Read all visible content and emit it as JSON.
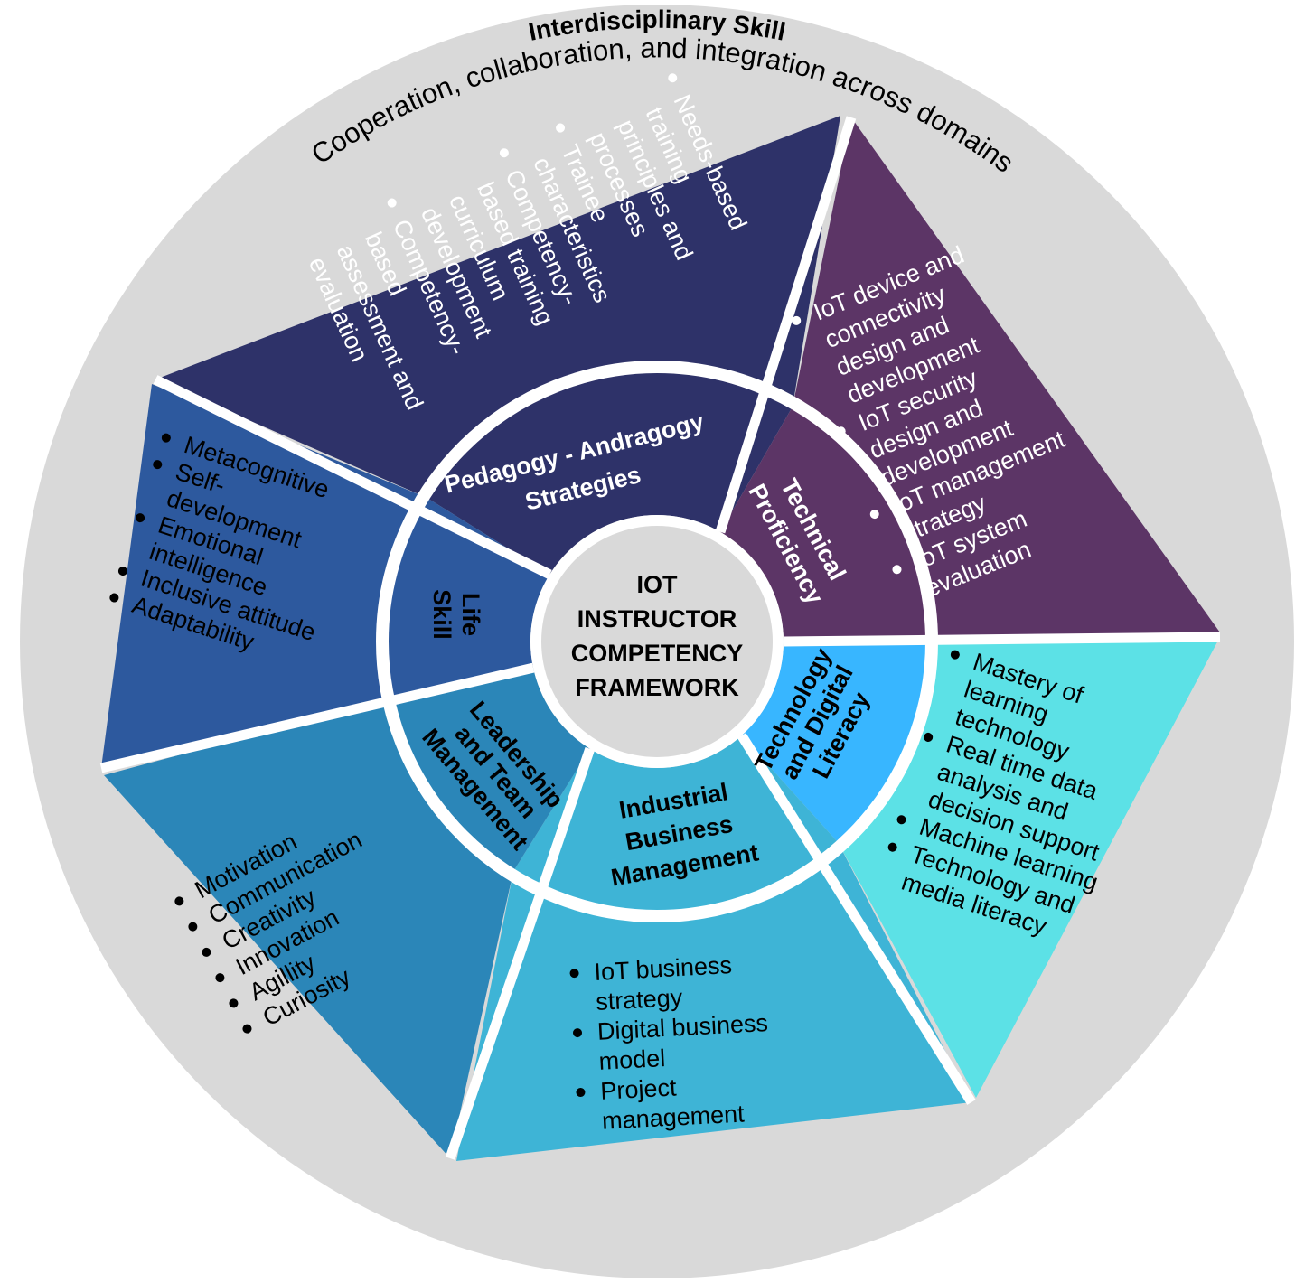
{
  "outer_ring": {
    "title": "Interdisciplinary Skill",
    "subtitle": "Cooperation, collaboration, and integration across domains"
  },
  "center": {
    "lines": [
      "IOT",
      "INSTRUCTOR",
      "COMPETENCY",
      "FRAMEWORK"
    ]
  },
  "domains": [
    {
      "key": "pedagogy",
      "color": "#2e3269",
      "label_lines": [
        "Pedagogy - Andragogy",
        "Strategies"
      ],
      "label_color": "#ffffff",
      "text_color": "#ffffff",
      "items": [
        [
          "Needs-based",
          "training",
          "principles and",
          "processes"
        ],
        [
          "Trainee",
          "characteristics"
        ],
        [
          "Competency-",
          "based training",
          "curriculum",
          "development"
        ],
        [
          "Competency-",
          "based",
          "assessment and",
          "evaluation"
        ]
      ]
    },
    {
      "key": "technical",
      "color": "#5c3566",
      "label_lines": [
        "Technical",
        "Proficiency"
      ],
      "label_color": "#ffffff",
      "text_color": "#ffffff",
      "items": [
        [
          "IoT device and",
          "connectivity",
          "design and",
          "development"
        ],
        [
          "IoT security",
          "design and",
          "development"
        ],
        [
          "IoT management",
          "strategy"
        ],
        [
          "IoT system",
          "evaluation"
        ]
      ]
    },
    {
      "key": "technology",
      "color": "#5ce1e6",
      "inner_color": "#38b6ff",
      "label_lines": [
        "Technology",
        "and Digital",
        "Literacy"
      ],
      "label_color": "#000000",
      "text_color": "#000000",
      "items": [
        [
          "Mastery of",
          "learning",
          "technology"
        ],
        [
          "Real time data",
          "analysis and",
          "decision support"
        ],
        [
          "Machine learning"
        ],
        [
          "Technology and",
          "media literacy"
        ]
      ]
    },
    {
      "key": "industrial",
      "color": "#3eb4d6",
      "label_lines": [
        "Industrial",
        "Business",
        "Management"
      ],
      "label_color": "#000000",
      "text_color": "#000000",
      "items": [
        [
          "IoT business",
          "strategy"
        ],
        [
          "Digital business",
          "model"
        ],
        [
          "Project",
          "management"
        ]
      ]
    },
    {
      "key": "leadership",
      "color": "#2b86b8",
      "label_lines": [
        "Leadership",
        "and Team",
        "Management"
      ],
      "label_color": "#000000",
      "text_color": "#000000",
      "items": [
        [
          "Motivation"
        ],
        [
          "Communication"
        ],
        [
          "Creativity"
        ],
        [
          "Innovation"
        ],
        [
          "Agillity"
        ],
        [
          "Curiosity"
        ]
      ]
    },
    {
      "key": "life",
      "color": "#2d599e",
      "label_lines": [
        "Life",
        "Skill"
      ],
      "label_color": "#000000",
      "text_color": "#000000",
      "items": [
        [
          "Metacognitive"
        ],
        [
          "Self-",
          "development"
        ],
        [
          "Emotional",
          "intelligence"
        ],
        [
          "Inclusive attitude"
        ],
        [
          "Adaptability"
        ]
      ]
    }
  ],
  "colors": {
    "ring": "#d9d9d9",
    "center": "#d9d9d9",
    "divider": "#ffffff"
  }
}
